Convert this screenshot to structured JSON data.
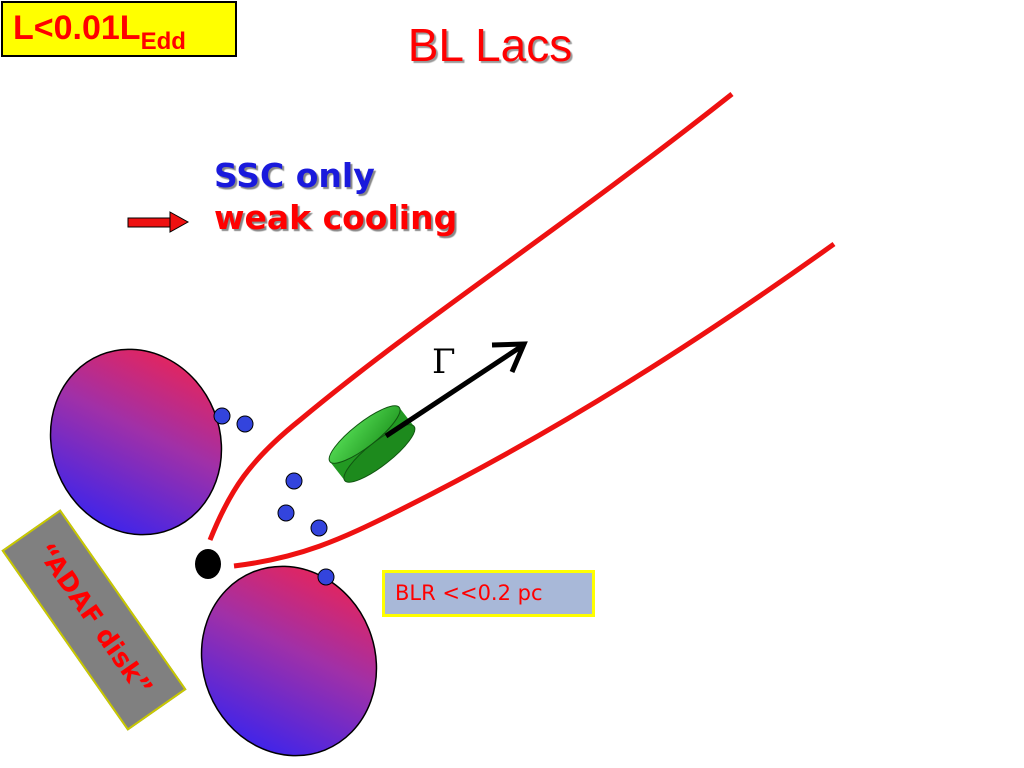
{
  "luminosity_label": {
    "main": "L<0.01L",
    "subscript": "Edd"
  },
  "title": "BL Lacs",
  "notes": {
    "line1": "SSC only",
    "line2": "weak cooling"
  },
  "blr_label": "BLR <<0.2 pc",
  "disk_label": "“ADAF disk”",
  "gamma_label": "Γ",
  "colors": {
    "jet": "#ee1111",
    "blob": "#33bb33",
    "cloud": "#3344dd",
    "label_box": "#ffff00",
    "blr_box": "#a8b8d8",
    "disk_box": "#808080"
  }
}
